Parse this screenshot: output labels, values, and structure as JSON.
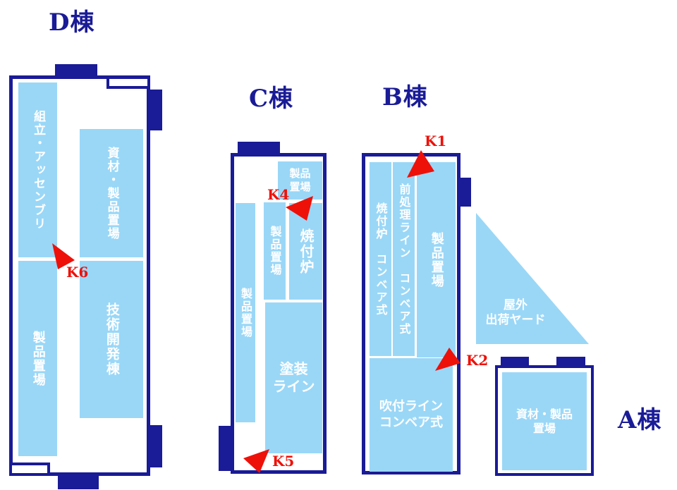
{
  "colors": {
    "navy": "#1a1b96",
    "light_blue": "#9ad7f7",
    "red": "#ee1109",
    "white": "#ffffff"
  },
  "buildings": {
    "d": {
      "label": "D棟",
      "assembly": "組立・アッセンブリ",
      "storage": "製品置場",
      "materials_storage": "資材・製品置場",
      "tech_dev": "技術開発棟"
    },
    "c": {
      "label": "C棟",
      "storage_top": "製品\n置場",
      "storage_left": "製品置場",
      "storage_mid": "製品置場",
      "baking_oven": "焼付炉",
      "paint_line": "塗装\nライン"
    },
    "b": {
      "label": "B棟",
      "baking_oven_conveyor": "焼付炉　コンベア式",
      "pretreatment_conveyor": "前処理ライン　コンベア式",
      "storage": "製品置場",
      "spray_line": "吹付ライン\nコンベア式"
    },
    "a": {
      "label": "A棟",
      "materials_storage": "資材・製品\n置場"
    },
    "yard": {
      "label": "屋外\n出荷ヤード"
    }
  },
  "markers": {
    "k1": "K1",
    "k2": "K2",
    "k4": "K4",
    "k5": "K5",
    "k6": "K6"
  }
}
